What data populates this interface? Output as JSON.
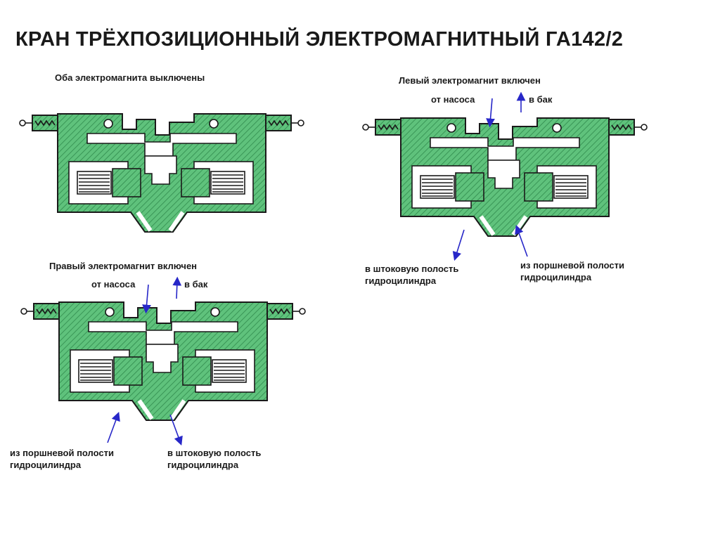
{
  "title": "КРАН ТРЁХПОЗИЦИОННЫЙ ЭЛЕКТРОМАГНИТНЫЙ ГА142/2",
  "colors": {
    "body": "#5fc27c",
    "hatch": "#2f8a4c",
    "arrow": "#2727c8",
    "outline": "#1a1a1a"
  },
  "panels": {
    "top_left": {
      "caption": "Оба электромагнита выключены"
    },
    "top_right": {
      "caption": "Левый электромагнит включен",
      "from_pump": "от насоса",
      "to_tank": "в бак",
      "to_rod": [
        "в штоковую полость",
        "гидроцилиндра"
      ],
      "from_piston": [
        "из поршневой полости",
        "гидроцилиндра"
      ]
    },
    "bottom_left": {
      "caption": "Правый электромагнит включен",
      "from_pump": "от насоса",
      "to_tank": "в бак",
      "from_piston": [
        "из поршневой полости",
        "гидроцилиндра"
      ],
      "to_rod": [
        "в штоковую полость",
        "гидроцилиндра"
      ]
    }
  }
}
